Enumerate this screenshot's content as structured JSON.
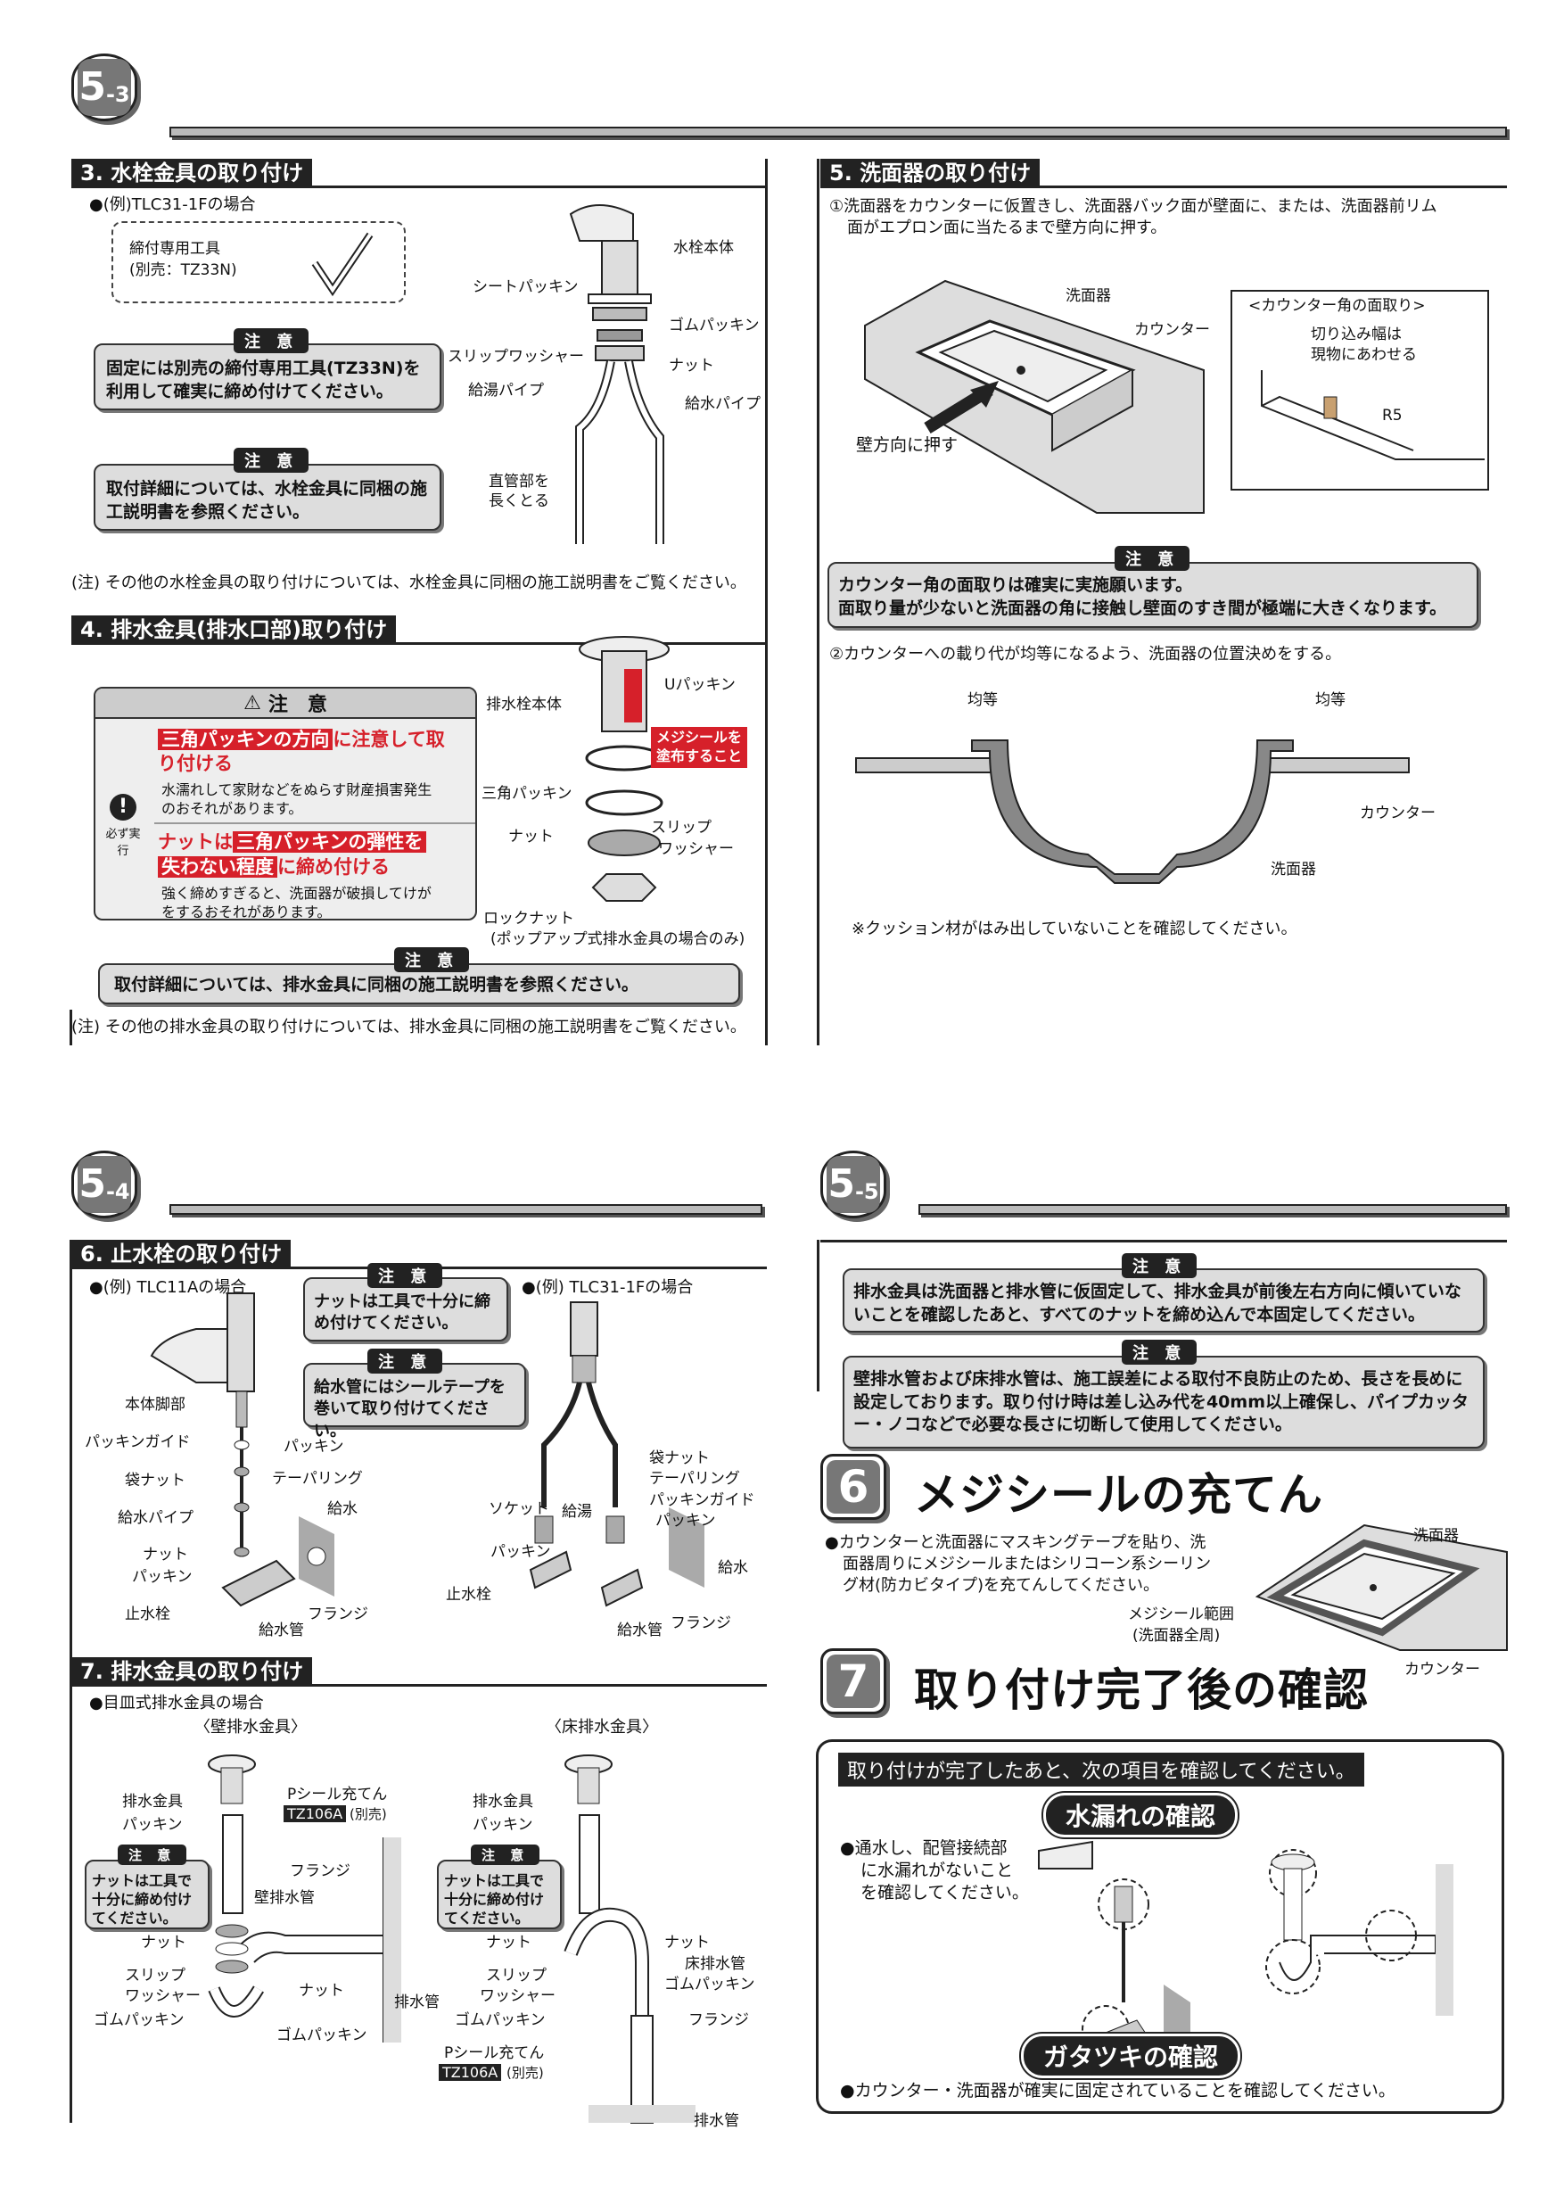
{
  "tabs": {
    "t53": "5",
    "t53s": "-3",
    "t54": "5",
    "t54s": "-4",
    "t55": "5",
    "t55s": "-5"
  },
  "s3": {
    "title": "3. 水栓金具の取り付け",
    "example": "●(例)TLC31-1Fの場合",
    "tool_line1": "締付専用工具",
    "tool_line2": "(別売：TZ33N)",
    "note_tag": "注 意",
    "note1": "固定には別売の締付専用工具(TZ33N)を利用して確実に締め付けてください。",
    "note2": "取付詳細については、水栓金具に同梱の施工説明書を参照ください。",
    "labels": {
      "body": "水栓本体",
      "seat": "シートパッキン",
      "rubber": "ゴムパッキン",
      "slip": "スリップワッシャー",
      "nut": "ナット",
      "hot": "給湯パイプ",
      "water": "給水パイプ",
      "straight1": "直管部を",
      "straight2": "長くとる"
    },
    "footer": "(注) その他の水栓金具の取り付けについては、水栓金具に同梱の施工説明書をご覧ください。"
  },
  "s4": {
    "title": "4. 排水金具(排水口部)取り付け",
    "warn_title": "注　意",
    "must": "必ず実行",
    "w1a": "三角パッキンの方向",
    "w1b": "に注意して取",
    "w1c": "り付ける",
    "w1d": "水濡れして家財などをぬらす財産損害発生",
    "w1e": "のおそれがあります。",
    "w2a": "ナットは",
    "w2b": "三角パッキンの弾性を",
    "w2c": "失わない程度",
    "w2d": "に締め付ける",
    "w2e": "強く締めすぎると、洗面器が破損してけが",
    "w2f": "をするおそれがあります。",
    "labels": {
      "u": "Uパッキン",
      "plug": "排水栓本体",
      "seal1": "メジシールを",
      "seal2": "塗布すること",
      "tri": "三角パッキン",
      "nut": "ナット",
      "slip1": "スリップ",
      "slip2": "ワッシャー",
      "lock1": "ロックナット",
      "lock2": "(ポップアップ式排水金具の場合のみ)"
    },
    "note_tag": "注 意",
    "note": "取付詳細については、排水金具に同梱の施工説明書を参照ください。",
    "footer": "(注) その他の排水金具の取り付けについては、排水金具に同梱の施工説明書をご覧ください。"
  },
  "s5": {
    "title": "5. 洗面器の取り付け",
    "step1a": "①洗面器をカウンターに仮置きし、洗面器バック面が壁面に、または、洗面器前リム",
    "step1b": "面がエプロン面に当たるまで壁方向に押す。",
    "labels": {
      "basin": "洗面器",
      "counter": "カウンター",
      "push": "壁方向に押す",
      "corner": "<カウンター角の面取り>",
      "cut1": "切り込み幅は",
      "cut2": "現物にあわせる",
      "r5": "R5"
    },
    "note_tag": "注 意",
    "note1": "カウンター角の面取りは確実に実施願います。",
    "note2": "面取り量が少ないと洗面器の角に接触し壁面のすき間が極端に大きくなります。",
    "step2": "②カウンターへの載り代が均等になるよう、洗面器の位置決めをする。",
    "even": "均等",
    "counter2": "カウンター",
    "basin2": "洗面器",
    "cushion": "※クッション材がはみ出していないことを確認してください。"
  },
  "s6": {
    "title": "6. 止水栓の取り付け",
    "ex1": "●(例) TLC11Aの場合",
    "ex2": "●(例) TLC31-1Fの場合",
    "note_tag": "注 意",
    "note1": "ナットは工具で十分に締め付けてください。",
    "note2": "給水管にはシールテープを巻いて取り付けてください。",
    "left": {
      "foot": "本体脚部",
      "guide": "パッキンガイド",
      "pack": "パッキン",
      "bag": "袋ナット",
      "taper": "テーパリング",
      "pipe": "給水パイプ",
      "nut": "ナット",
      "pack2": "パッキン",
      "stop": "止水栓",
      "water": "給水",
      "flange": "フランジ",
      "supply": "給水管"
    },
    "right": {
      "bag": "袋ナット",
      "taper": "テーパリング",
      "guide": "パッキンガイド",
      "pack": "パッキン",
      "socket": "ソケット",
      "hot": "給湯",
      "pack2": "パッキン",
      "stop": "止水栓",
      "water": "給水",
      "supply": "給水管",
      "flange": "フランジ"
    }
  },
  "s7": {
    "title": "7. 排水金具の取り付け",
    "example": "●目皿式排水金具の場合",
    "wall": "〈壁排水金具〉",
    "floor": "〈床排水金具〉",
    "note_tag": "注 意",
    "note": "ナットは工具で十分に締め付けてください。",
    "left": {
      "drain": "排水金具",
      "pack": "パッキン",
      "pseal": "Pシール充てん",
      "tz": "TZ106A",
      "sep": "(別売)",
      "flange": "フランジ",
      "wallpipe": "壁排水管",
      "nut": "ナット",
      "slip1": "スリップ",
      "slip2": "ワッシャー",
      "nut2": "ナット",
      "rubber": "ゴムパッキン",
      "rubber2": "ゴムパッキン",
      "pipe": "排水管"
    },
    "right": {
      "drain": "排水金具",
      "pack": "パッキン",
      "nut": "ナット",
      "nut2": "ナット",
      "floorpipe": "床排水管",
      "rubber": "ゴムパッキン",
      "slip1": "スリップ",
      "slip2": "ワッシャー",
      "rubber2": "ゴムパッキン",
      "flange": "フランジ",
      "pseal": "Pシール充てん",
      "tz": "TZ106A",
      "sep": "(別売)",
      "pipe": "排水管"
    }
  },
  "s55": {
    "note_tag": "注 意",
    "note1": "排水金具は洗面器と排水管に仮固定して、排水金具が前後左右方向に傾いていないことを確認したあと、すべてのナットを締め込んで本固定してください。",
    "note2": "壁排水管および床排水管は、施工誤差による取付不良防止のため、長さを長めに設定しております。取り付け時は差し込み代を40mm以上確保し、パイプカッター・ノコなどで必要な長さに切断して使用してください。"
  },
  "s6b": {
    "num": "6",
    "title": "メジシールの充てん",
    "text1": "●カウンターと洗面器にマスキングテープを貼り、洗",
    "text2": "面器周りにメジシールまたはシリコーン系シーリン",
    "text3": "グ材(防カビタイプ)を充てんしてください。",
    "basin": "洗面器",
    "range1": "メジシール範囲",
    "range2": "(洗面器全周)",
    "counter": "カウンター"
  },
  "s7b": {
    "num": "7",
    "title": "取り付け完了後の確認",
    "intro": "取り付けが完了したあと、次の項目を確認してください。",
    "leak": "水漏れの確認",
    "leak1": "●通水し、配管接続部",
    "leak2": "に水漏れがないこと",
    "leak3": "を確認してください。",
    "rattle": "ガタツキの確認",
    "rattle1": "●カウンター・洗面器が確実に固定されていることを確認してください。"
  }
}
